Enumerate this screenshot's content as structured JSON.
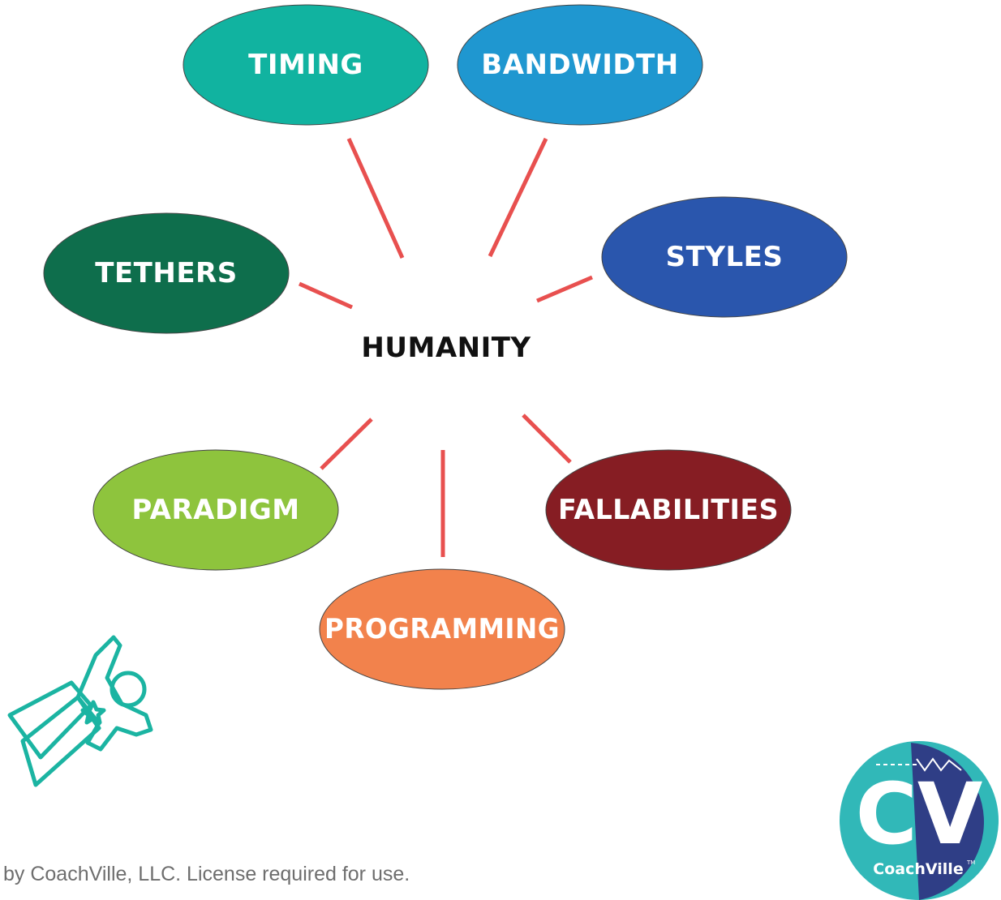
{
  "center": {
    "label": "HUMANITY"
  },
  "nodes": [
    {
      "id": "timing",
      "label": "TIMING",
      "color": "#11b3a0"
    },
    {
      "id": "bandwidth",
      "label": "BANDWIDTH",
      "color": "#1f97d0"
    },
    {
      "id": "styles",
      "label": "STYLES",
      "color": "#2a56ad"
    },
    {
      "id": "tethers",
      "label": "TETHERS",
      "color": "#0e6e4c"
    },
    {
      "id": "paradigm",
      "label": "PARADIGM",
      "color": "#8ec43d"
    },
    {
      "id": "programming",
      "label": "PROGRAMMING",
      "color": "#f2824c"
    },
    {
      "id": "fallabilities",
      "label": "FALLABILITIES",
      "color": "#861d23"
    }
  ],
  "connector_color": "#e8504f",
  "footer": {
    "text": "by CoachVille, LLC. License required for use."
  },
  "logo": {
    "letters": "CV",
    "brand": "CoachVille",
    "trademark": "TM"
  },
  "mascot_icon": "superhero-flying-icon"
}
